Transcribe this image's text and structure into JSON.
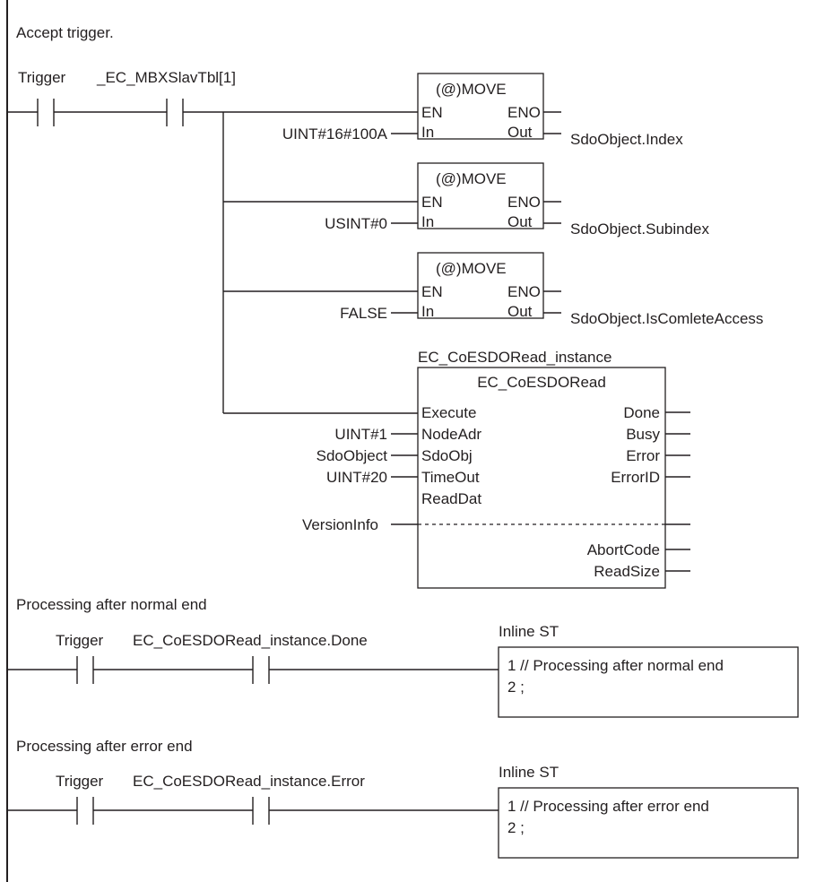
{
  "rung1": {
    "comment": "Accept trigger.",
    "contact1": "Trigger",
    "contact2": "_EC_MBXSlavTbl[1]",
    "move_blocks": [
      {
        "name": "(@)MOVE",
        "en": "EN",
        "eno": "ENO",
        "in": "In",
        "out": "Out",
        "in_value": "UINT#16#100A",
        "out_target": "SdoObject.Index"
      },
      {
        "name": "(@)MOVE",
        "en": "EN",
        "eno": "ENO",
        "in": "In",
        "out": "Out",
        "in_value": "USINT#0",
        "out_target": "SdoObject.Subindex"
      },
      {
        "name": "(@)MOVE",
        "en": "EN",
        "eno": "ENO",
        "in": "In",
        "out": "Out",
        "in_value": "FALSE",
        "out_target": "SdoObject.IsComleteAccess"
      }
    ],
    "fb": {
      "instance": "EC_CoESDORead_instance",
      "type": "EC_CoESDORead",
      "inputs": [
        "Execute",
        "NodeAdr",
        "SdoObj",
        "TimeOut",
        "ReadDat"
      ],
      "input_values": [
        "",
        "UINT#1",
        "SdoObject",
        "UINT#20",
        ""
      ],
      "outputs": [
        "Done",
        "Busy",
        "Error",
        "ErrorID"
      ],
      "inout_value": "VersionInfo",
      "outputs_lower": [
        "AbortCode",
        "ReadSize"
      ]
    }
  },
  "rung2": {
    "comment": "Processing after normal end",
    "contact1": "Trigger",
    "contact2": "EC_CoESDORead_instance.Done",
    "st_title": "Inline ST",
    "st_lines": [
      "1  // Processing after normal end",
      "2  ;"
    ]
  },
  "rung3": {
    "comment": "Processing after error end",
    "contact1": "Trigger",
    "contact2": "EC_CoESDORead_instance.Error",
    "st_title": "Inline ST",
    "st_lines": [
      "1  // Processing after error end",
      "2  ;"
    ]
  }
}
